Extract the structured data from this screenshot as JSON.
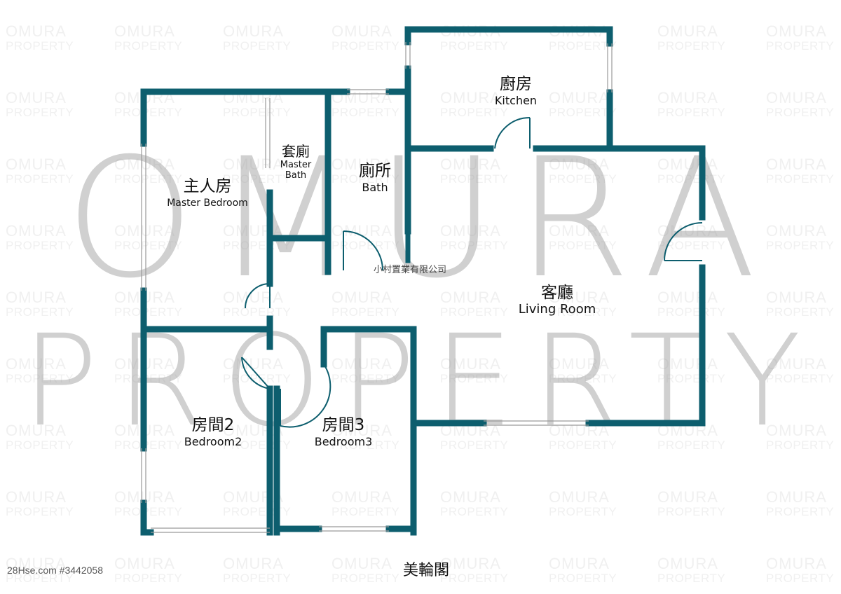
{
  "colors": {
    "wall": "#0d5e6e",
    "window": "#9a9a9a",
    "watermark": "#f0f0f0"
  },
  "watermark": {
    "tile_line1": "OMURA",
    "tile_line2": "PROPERTY",
    "big_line1": "OMURA",
    "big_line2": "PROPERTY"
  },
  "rooms": {
    "kitchen": {
      "zh": "廚房",
      "en": "Kitchen"
    },
    "master_bath": {
      "zh": "套廁",
      "en_line1": "Master",
      "en_line2": "Bath"
    },
    "bath": {
      "zh": "廁所",
      "en": "Bath"
    },
    "master_bedroom": {
      "zh": "主人房",
      "en": "Master Bedroom"
    },
    "living_room": {
      "zh": "客廳",
      "en": "Living Room"
    },
    "bedroom2": {
      "zh": "房間2",
      "en": "Bedroom2"
    },
    "bedroom3": {
      "zh": "房間3",
      "en": "Bedroom3"
    }
  },
  "company_name": "小村置業有限公司",
  "footer": {
    "listing_ref": "28Hse.com #3442058",
    "building_name": "美輪閣"
  }
}
